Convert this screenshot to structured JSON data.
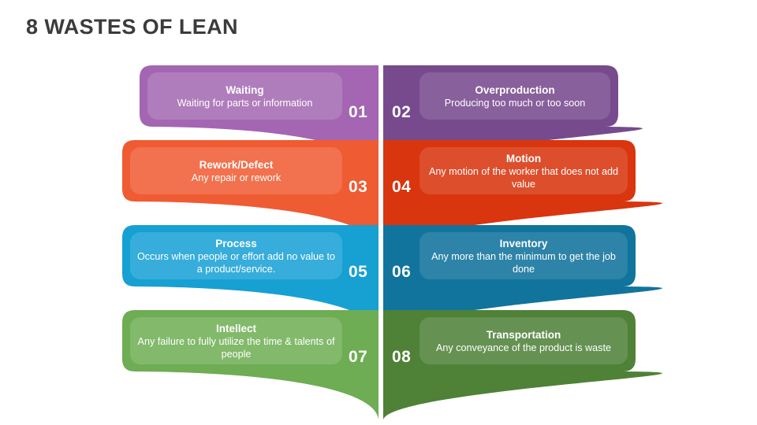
{
  "slide": {
    "title": "8 WASTES OF LEAN",
    "background": "#ffffff",
    "title_color": "#3b3b3b"
  },
  "cards": [
    {
      "number": "01",
      "side": "left",
      "row": 1,
      "title": "Waiting",
      "desc": "Waiting for parts or information",
      "color": "#a465b2",
      "inner_color": "#b07dbc"
    },
    {
      "number": "02",
      "side": "right",
      "row": 1,
      "title": "Overproduction",
      "desc": "Producing too much or too soon",
      "color": "#774a8e",
      "inner_color": "#87609c"
    },
    {
      "number": "03",
      "side": "left",
      "row": 2,
      "title": "Rework/Defect",
      "desc": "Any repair or rework",
      "color": "#ef5b32",
      "inner_color": "#f2714e"
    },
    {
      "number": "04",
      "side": "right",
      "row": 2,
      "title": "Motion",
      "desc": "Any motion of the worker that does not add value",
      "color": "#d9350f",
      "inner_color": "#dd4e2c"
    },
    {
      "number": "05",
      "side": "left",
      "row": 3,
      "title": "Process",
      "desc": "Occurs when people or effort add no value to a product/service.",
      "color": "#17a0d2",
      "inner_color": "#36addb"
    },
    {
      "number": "06",
      "side": "right",
      "row": 3,
      "title": "Inventory",
      "desc": "Any more than the minimum to get the job done",
      "color": "#11749c",
      "inner_color": "#2d83a8"
    },
    {
      "number": "07",
      "side": "left",
      "row": 4,
      "title": "Intellect",
      "desc": "Any failure to fully utilize the time & talents of people",
      "color": "#6ead53",
      "inner_color": "#82b96b"
    },
    {
      "number": "08",
      "side": "right",
      "row": 4,
      "title": "Transportation",
      "desc": "Any conveyance of the product is waste",
      "color": "#4f8137",
      "inner_color": "#659152"
    }
  ]
}
